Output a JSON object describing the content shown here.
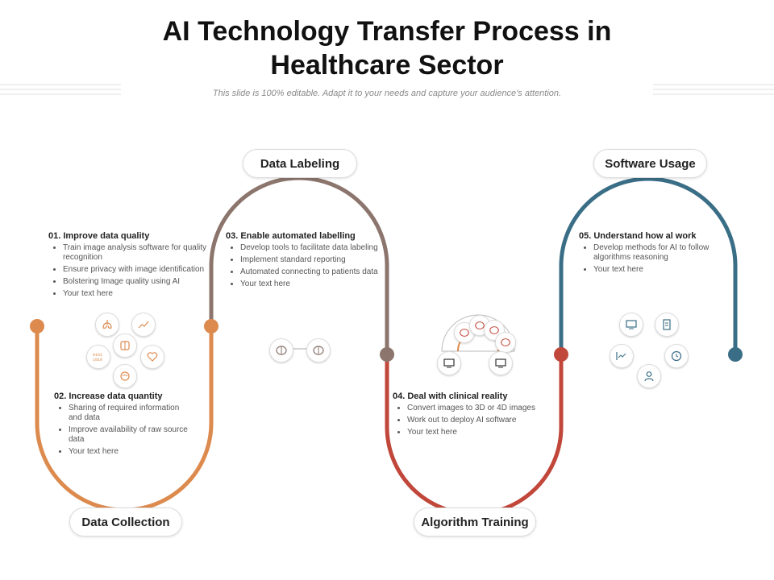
{
  "title_line1": "AI Technology Transfer Process in",
  "title_line2": "Healthcare Sector",
  "subtitle": "This slide is 100% editable. Adapt it to your needs and capture your audience's attention.",
  "stages": {
    "data_collection": "Data Collection",
    "data_labeling": "Data Labeling",
    "algorithm_training": "Algorithm Training",
    "software_usage": "Software Usage"
  },
  "colors": {
    "collection": "#dd8a4e",
    "labeling": "#8b756c",
    "training": "#c0473a",
    "usage": "#3a6e86"
  },
  "steps": [
    {
      "heading": "01. Improve data quality",
      "bullets": [
        "Train image analysis software for quality recognition",
        "Ensure privacy with image identification",
        "Bolstering Image quality using AI",
        "Your text here"
      ]
    },
    {
      "heading": "02. Increase data quantity",
      "bullets": [
        "Sharing of required information and data",
        "Improve availability of raw source data",
        "Your text here"
      ]
    },
    {
      "heading": "03. Enable automated labelling",
      "bullets": [
        "Develop tools to facilitate data labeling",
        "Implement standard reporting",
        "Automated connecting to patients data",
        "Your text here"
      ]
    },
    {
      "heading": "04. Deal with clinical reality",
      "bullets": [
        "Convert images to 3D or 4D images",
        "Work out to deploy AI software",
        "Your text here"
      ]
    },
    {
      "heading": "05. Understand how al work",
      "bullets": [
        "Develop methods for AI to follow algorithms reasoning",
        "Your text here"
      ]
    }
  ],
  "icons": {
    "collection": [
      "lungs-icon",
      "chart-icon",
      "binary-data-icon",
      "brain-icon",
      "heart-icon",
      "database-icon"
    ],
    "labeling": [
      "brain-icon",
      "brain-icon"
    ],
    "training": [
      "brain-icon",
      "brain-icon",
      "brain-icon",
      "brain-icon",
      "monitor-icon",
      "monitor-icon"
    ],
    "usage": [
      "monitor-icon",
      "document-icon",
      "chart-icon",
      "clock-icon",
      "user-icon"
    ]
  }
}
